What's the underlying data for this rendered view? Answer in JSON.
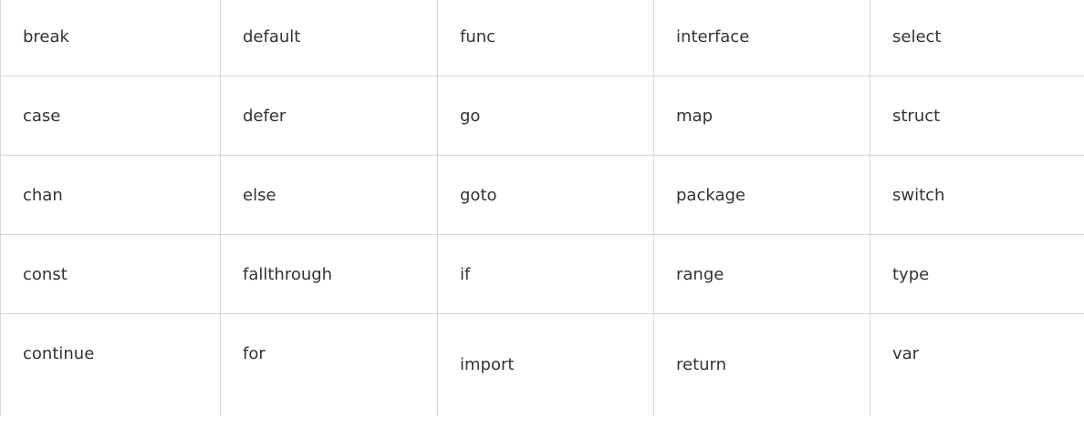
{
  "keywords_table": {
    "rows": [
      [
        "break",
        "default",
        "func",
        "interface",
        "select"
      ],
      [
        "case",
        "defer",
        "go",
        "map",
        "struct"
      ],
      [
        "chan",
        "else",
        "goto",
        "package",
        "switch"
      ],
      [
        "const",
        "fallthrough",
        "if",
        "range",
        "type"
      ],
      [
        "continue",
        "for",
        "import",
        "return",
        "var"
      ]
    ]
  }
}
